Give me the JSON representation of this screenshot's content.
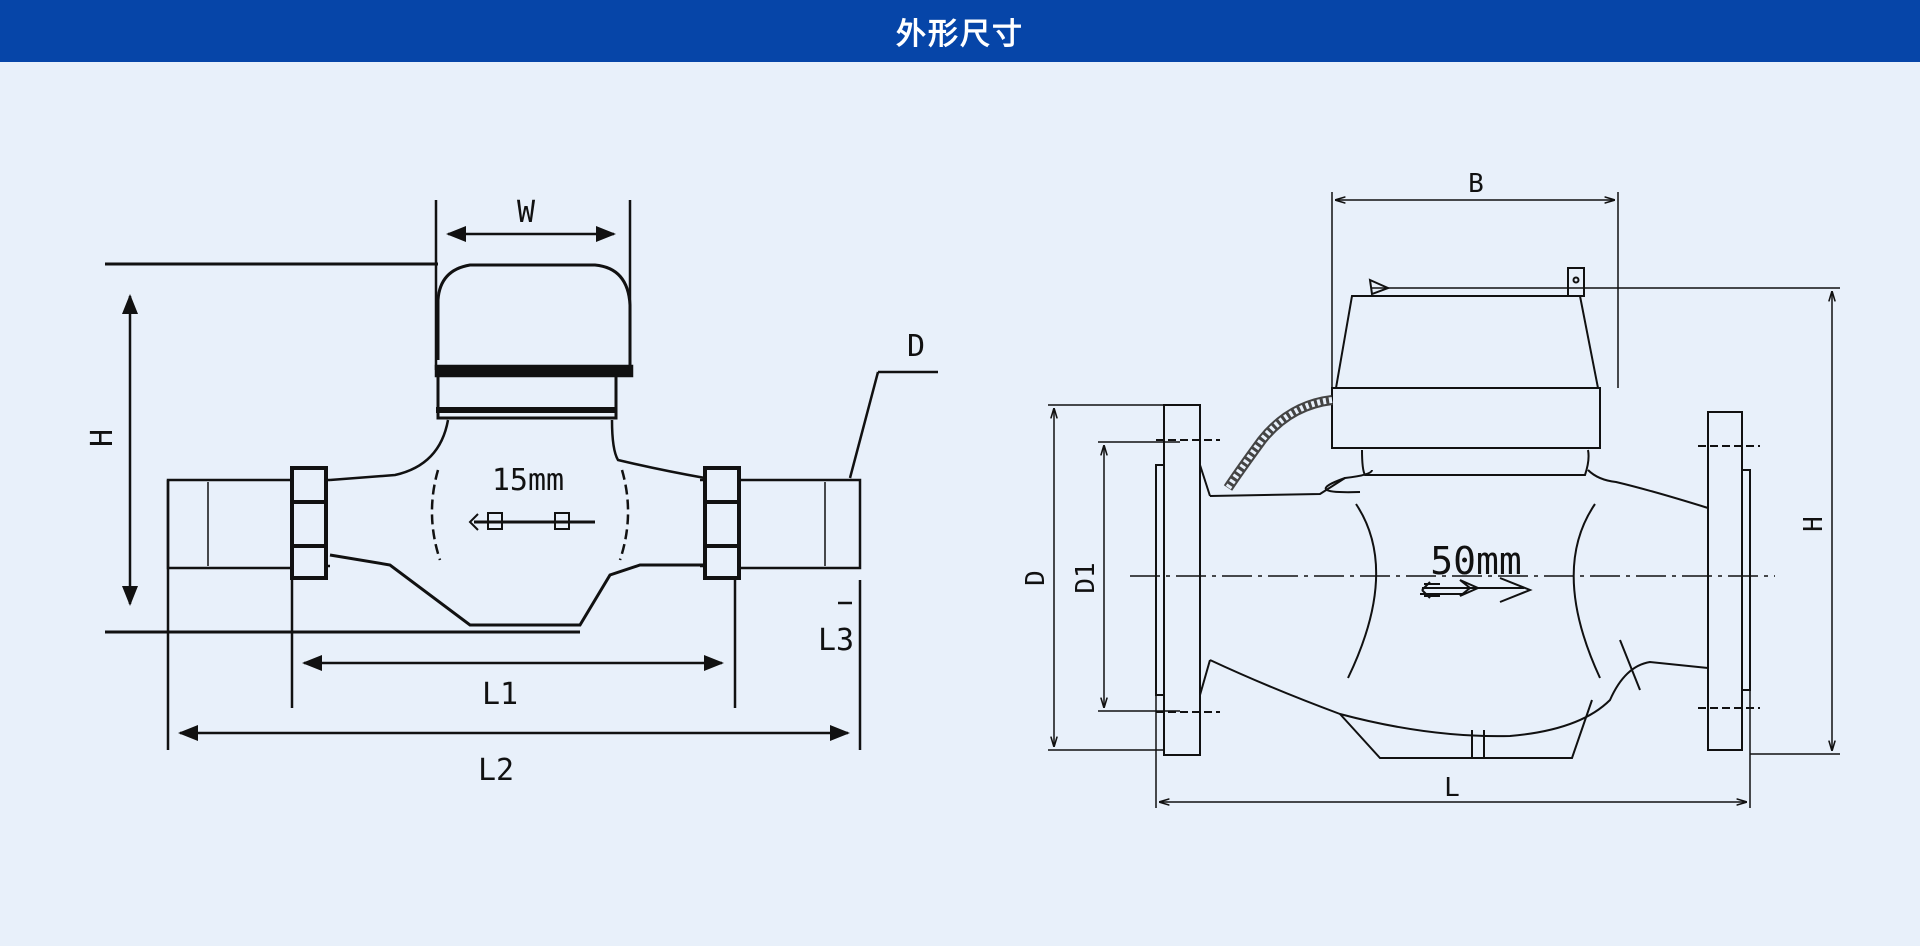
{
  "header": {
    "title": "外形尺寸"
  },
  "colors": {
    "header_bg": "#0645a8",
    "page_bg": "#e8f0fa",
    "line": "#111111"
  },
  "small_meter": {
    "bore_label": "15mm",
    "dims": {
      "w": "W",
      "h": "H",
      "d": "D",
      "l1": "L1",
      "l2": "L2",
      "l3": "L3"
    }
  },
  "large_meter": {
    "bore_label": "50mm",
    "dims": {
      "b": "B",
      "h": "H",
      "d": "D",
      "d1": "D1",
      "l": "L"
    }
  }
}
